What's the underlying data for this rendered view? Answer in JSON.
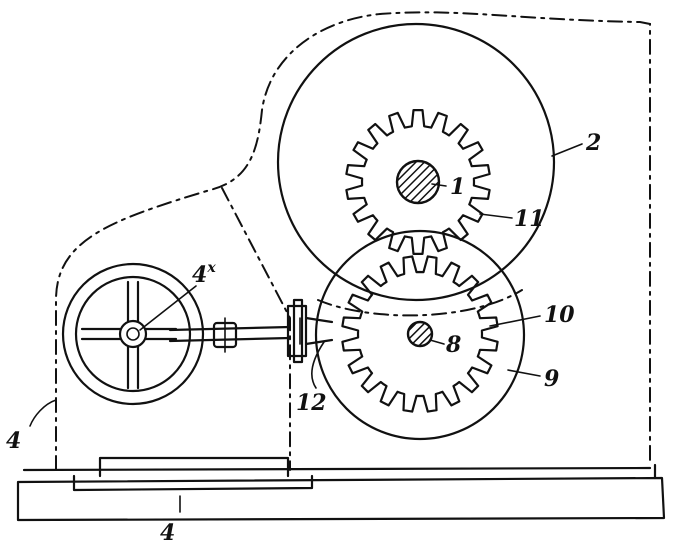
{
  "labels": {
    "shaft_1": "1",
    "wheel_2": "2",
    "frame_4_left": "4",
    "frame_4_bottom": "4",
    "crank_4x": "4",
    "crank_4x_sup": "x",
    "shaft_8": "8",
    "wheel_9": "9",
    "gear_10": "10",
    "gear_11": "11",
    "coupling_12": "12"
  }
}
